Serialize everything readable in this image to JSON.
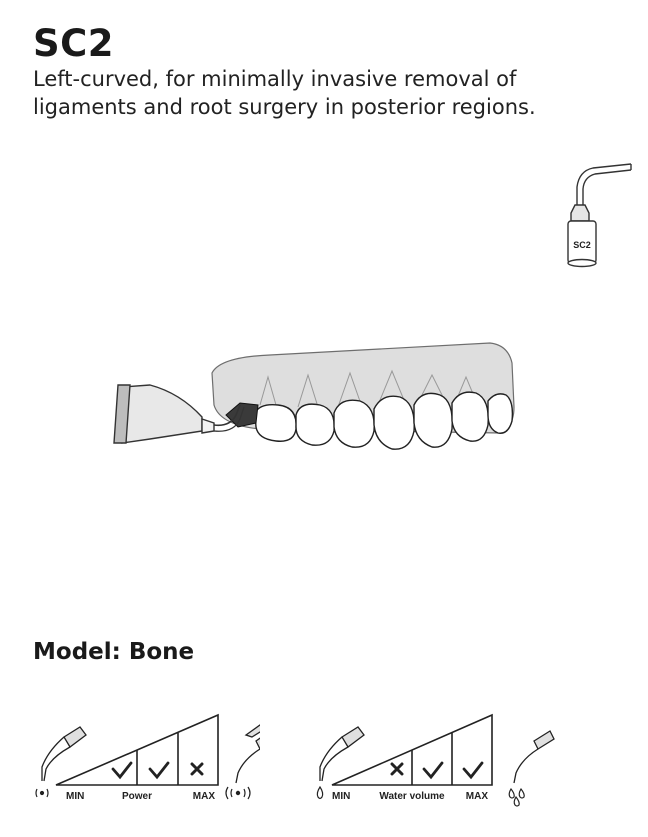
{
  "product": {
    "name": "SC2",
    "description": "Left-curved, for minimally invasive removal of ligaments and root surgery in posterior regions.",
    "tip_label": "SC2"
  },
  "model": {
    "label": "Model: Bone"
  },
  "power_scale": {
    "min_label": "MIN",
    "center_label": "Power",
    "max_label": "MAX",
    "levels": [
      "check",
      "check",
      "cross"
    ]
  },
  "water_scale": {
    "min_label": "MIN",
    "center_label": "Water volume",
    "max_label": "MAX",
    "levels": [
      "cross",
      "check",
      "check"
    ]
  }
}
